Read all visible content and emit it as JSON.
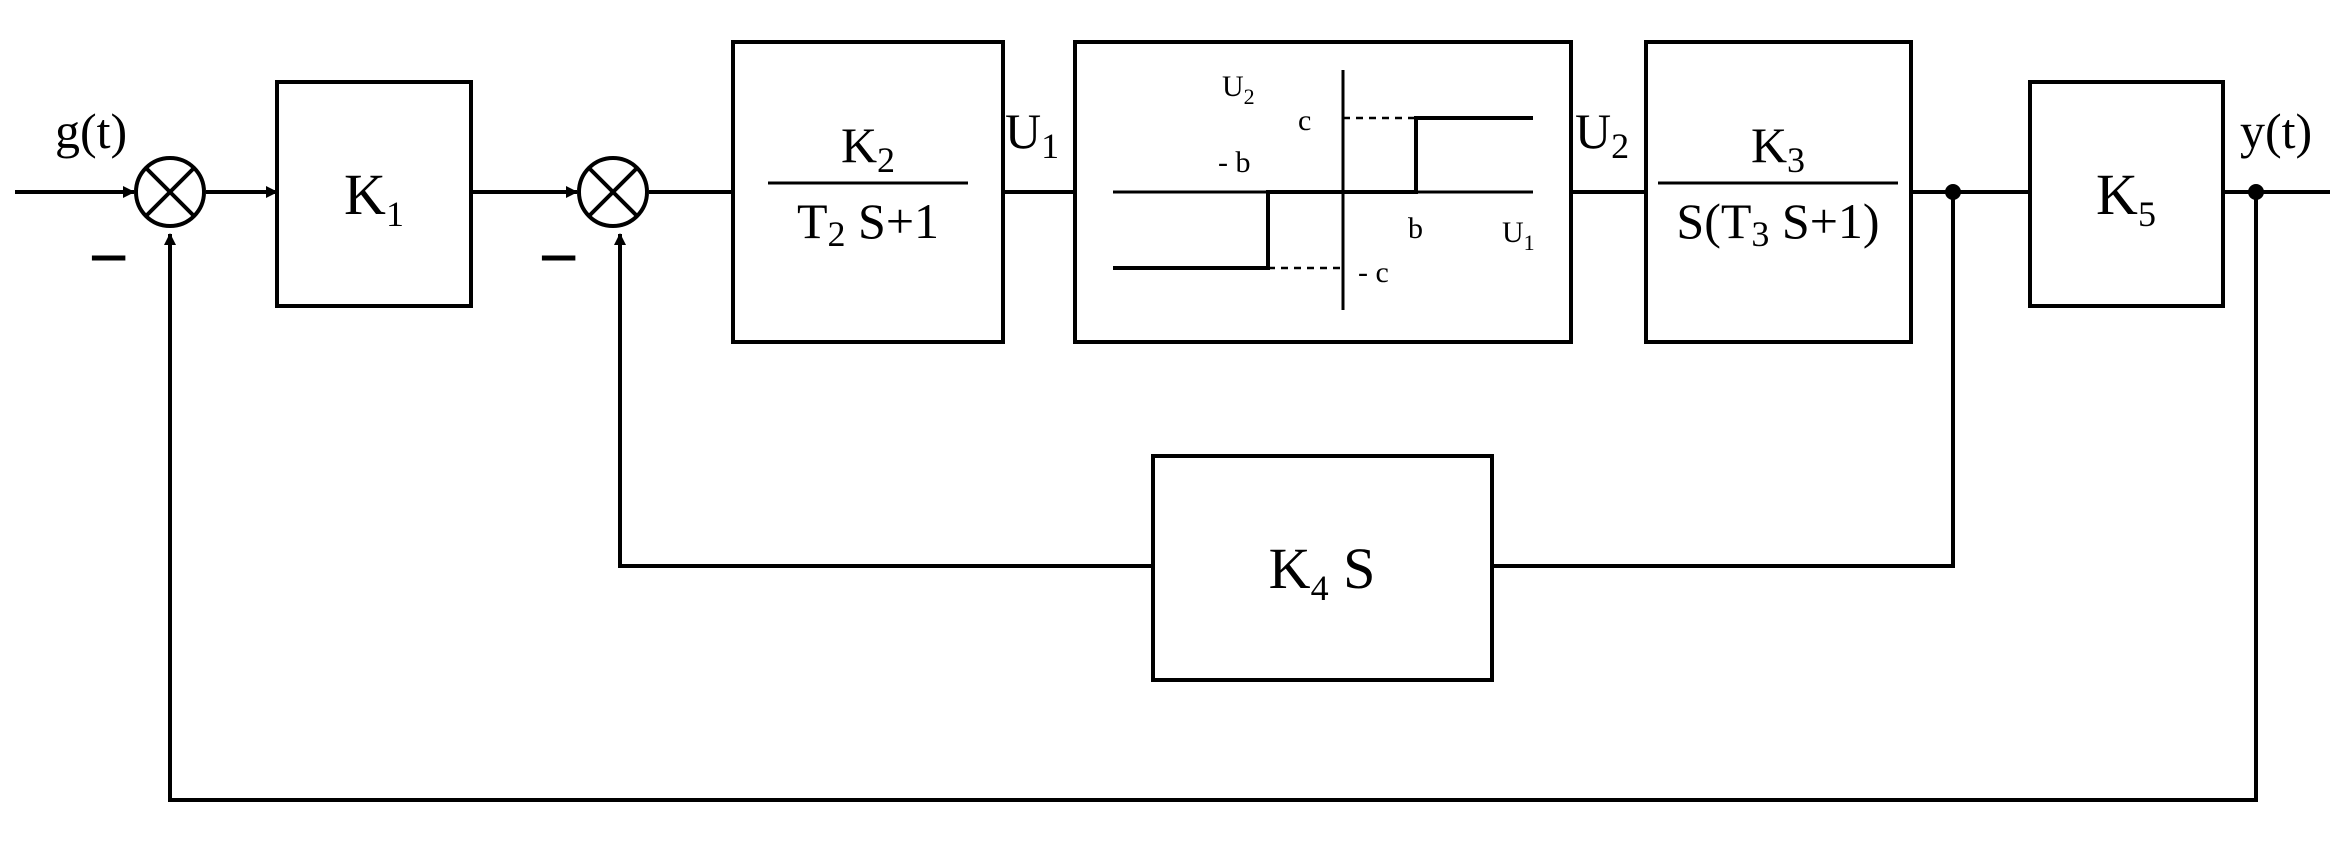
{
  "signals": {
    "input": "g(t)",
    "output": "y(t)",
    "u1": {
      "main": "U",
      "sub": "1"
    },
    "u2": {
      "main": "U",
      "sub": "2"
    },
    "minus_outer": "−",
    "minus_inner": "−"
  },
  "blocks": {
    "k1": {
      "main": "K",
      "sub": "1"
    },
    "g2": {
      "num_main": "K",
      "num_sub": "2",
      "den_pre": "T",
      "den_sub": "2",
      "den_post": " S+1"
    },
    "g3": {
      "num_main": "K",
      "num_sub": "3",
      "den_pre": "S(T",
      "den_sub": "3",
      "den_post": " S+1)"
    },
    "k4s": {
      "main": "K",
      "sub": "4",
      "post": " S"
    },
    "k5": {
      "main": "K",
      "sub": "5"
    }
  },
  "relay": {
    "y_axis": {
      "main": "U",
      "sub": "2"
    },
    "x_axis": {
      "main": "U",
      "sub": "1"
    },
    "c": "c",
    "neg_c": "- c",
    "b": "b",
    "neg_b": "- b"
  }
}
